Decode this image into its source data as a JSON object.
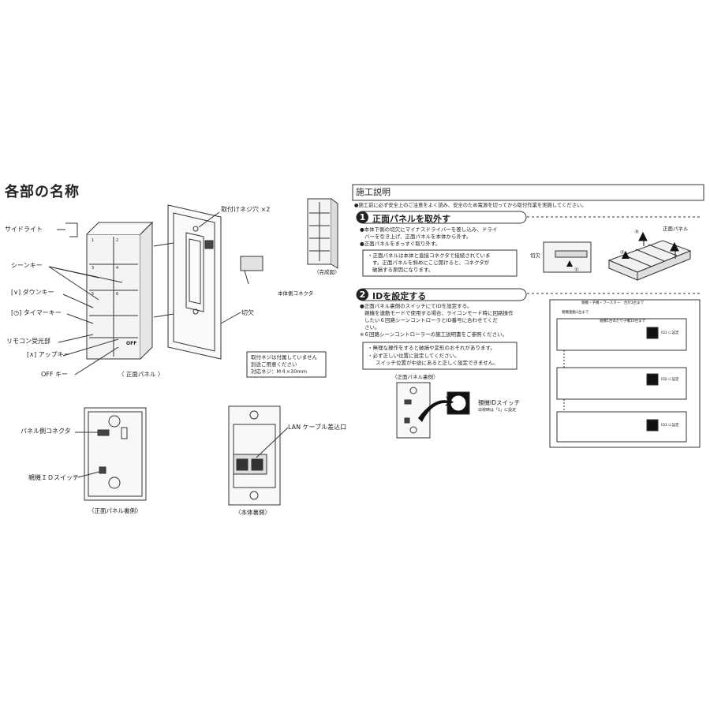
{
  "left": {
    "title": "各部の名称",
    "labels": {
      "side_light": "サイドライト",
      "scene_key": "シーンキー",
      "down_key": "[∨] ダウンキー",
      "timer_key": "[◷] タイマーキー",
      "remote_receiver": "リモコン受光部",
      "up_key": "[∧] アップキー",
      "off_key": "OFF キー",
      "screw_holes": "取付けネジ穴 ×2",
      "body_connector": "本体側コネクタ",
      "notch": "切欠",
      "finished_view": "〈完成図〉",
      "front_panel": "〈 正面パネル 〉",
      "screw_note_1": "取付ネジは付属していません",
      "screw_note_2": "別途ご用意ください",
      "screw_note_3": "対応ネジ：M４×30mm",
      "panel_connector": "パネル側コネクタ",
      "parent_id_switch": "親機ＩＤスイッチ",
      "lan_port": "LAN ケーブル差込口",
      "front_panel_back": "〈正面パネル裏側〉",
      "body_back": "〈本体裏側〉",
      "off_label": "OFF",
      "scene_numbers": [
        "1",
        "2",
        "3",
        "4",
        "5",
        "6"
      ]
    }
  },
  "right": {
    "header": "施工説明",
    "intro": "●施工前に必ず安全上のご注意をよく読み、安全のため電源を切ってから取付作業を実施してください。",
    "step1": {
      "num": "1",
      "title": "正面パネルを取外す",
      "line1": "●本体下側の切欠にマイナスドライバーを差し込み、ドライ",
      "line2": "バーを引き上げ、正面パネルを本体から外す。",
      "line3": "●正面パネルをまっすぐ取り外す。",
      "note1": "・正面パネルは本体と直接コネクタで接続されていま",
      "note2": "す。正面パネルを斜めにこじ開けると、コネクタが",
      "note3": "破損する原因になります。",
      "label_notch": "切欠",
      "label_panel": "正面パネル",
      "marks": [
        "①",
        "②",
        "③"
      ]
    },
    "step2": {
      "num": "2",
      "title": "IDを設定する",
      "line1": "●正面パネル裏側のスイッチにてIDを設定する。",
      "line2": "親機を連動モードで使用する場合、ライコンモード時に回路操作",
      "line3": "したい６回路シーンコントローラとID番号に合わせてくだ",
      "line4": "さい。",
      "line5": "※６回路シーンコントローラーの施工説明書をご参照ください。",
      "note1": "・無理な操作をすると破損や変形のおそれがあります。",
      "note2": "・必ず正しい位置に設定してください。",
      "note3": "スイッチ位置が中途にあると正しく設定できません。",
      "panel_back_label": "〈正面パネル裏側〉",
      "switch_label": "親機IDスイッチ",
      "switch_sub": "出荷時は「1」に設定"
    },
    "diagram": {
      "title": "親機・子機・ブースター　合計3台まで",
      "unit1": "親機連動1台まで",
      "unit_sub": "親機1台あたり子機10台まで",
      "id_labels": [
        "ID1 に設定",
        "ID2 に設定",
        "ID3 に設定"
      ]
    }
  }
}
